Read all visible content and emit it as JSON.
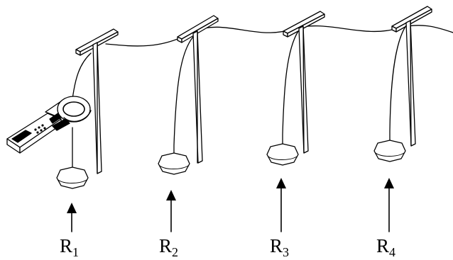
{
  "resistances": [
    {
      "letter": "R",
      "index": "1"
    },
    {
      "letter": "R",
      "index": "2"
    },
    {
      "letter": "R",
      "index": "3"
    },
    {
      "letter": "R",
      "index": "4"
    }
  ],
  "colors": {
    "line": "#000000",
    "background": "#ffffff"
  },
  "icons": [
    "earth-clamp-tester-icon",
    "pole-icon",
    "ground-electrode-icon",
    "up-arrow-icon"
  ]
}
